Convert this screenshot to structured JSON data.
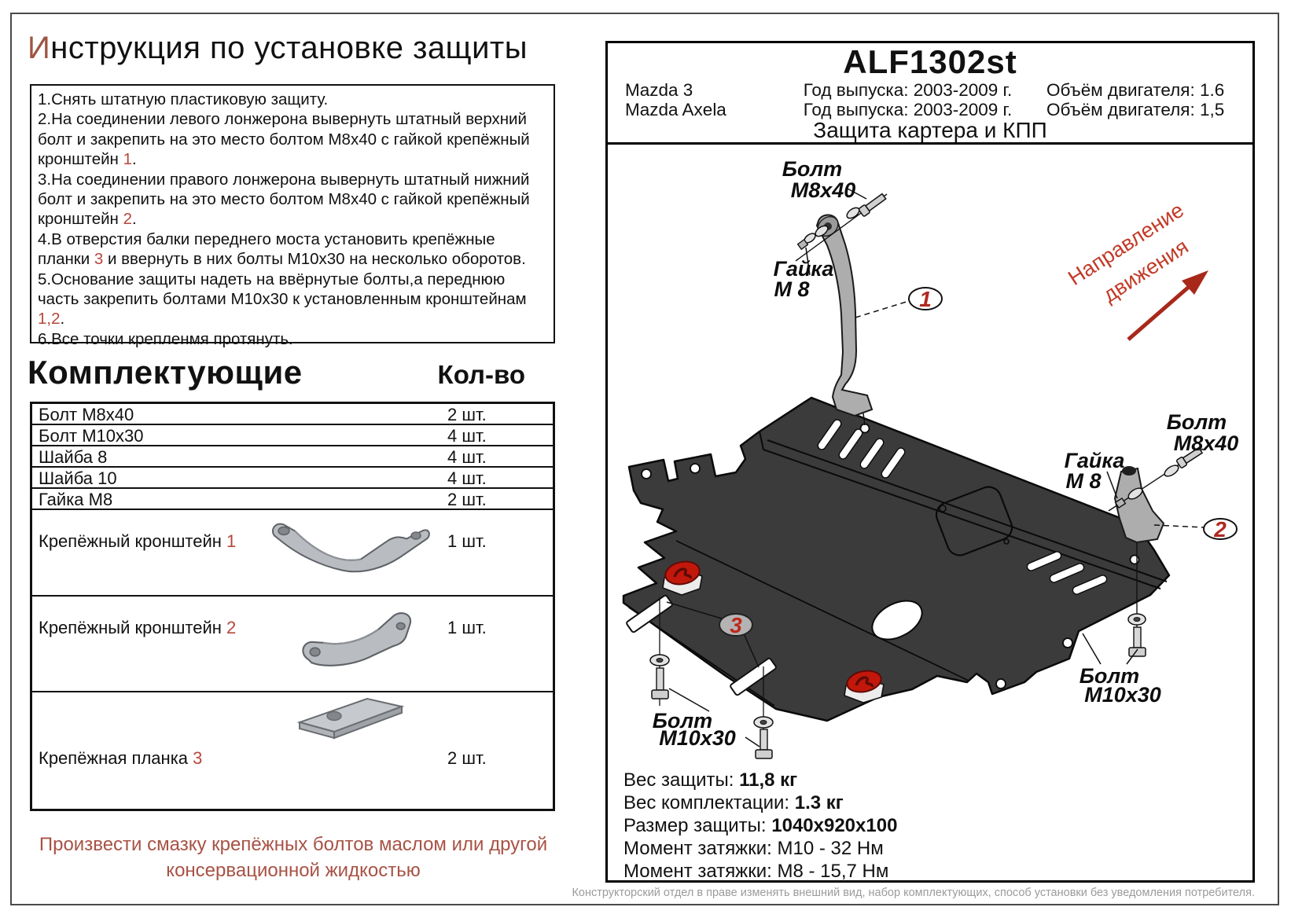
{
  "left": {
    "title": {
      "first_letter": "И",
      "rest": "нструкция по установке защиты"
    },
    "instructions": {
      "lines": [
        "1.Снять штатную пластиковую защиту.",
        "2.На соединении левого лонжерона вывернуть штатный верхний",
        "болт и закрепить на это место болтом М8х40 с гайкой крепёжный",
        "кронштейн |1|.",
        "3.На соединении правого лонжерона вывернуть штатный нижний",
        "болт и закрепить на это место болтом М8х40 с гайкой крепёжный",
        "кронштейн |2|.",
        "4.В отверстия балки переднего моста установить крепёжные",
        "планки |3| и ввернуть в них болты М10х30 на несколько оборотов.",
        "5.Основание защиты надеть на ввёрнутые болты,а переднюю",
        "часть закрепить болтами М10х30 к установленным кронштейнам",
        "|1,2|.",
        "6.Все точки крепленмя протянуть."
      ]
    },
    "components": {
      "heading": "Комплектующие",
      "qty_heading": "Кол-во",
      "rows": [
        {
          "label": "Болт М8х40",
          "qty": "2 шт.",
          "image": ""
        },
        {
          "label": "Болт М10х30",
          "qty": "4 шт.",
          "image": ""
        },
        {
          "label": "Шайба 8",
          "qty": "4 шт.",
          "image": ""
        },
        {
          "label": "Шайба 10",
          "qty": "4 шт.",
          "image": ""
        },
        {
          "label": "Гайка М8",
          "qty": "2 шт.",
          "image": ""
        },
        {
          "label": "Крепёжный кронштейн |1|",
          "qty": "1 шт.",
          "image": "bracket-1",
          "height": 110
        },
        {
          "label": "Крепёжный кронштейн |2|",
          "qty": "1 шт.",
          "image": "bracket-2",
          "height": 122
        },
        {
          "label": "Крепёжная планка |3|",
          "qty": "2 шт.",
          "image": "plate-bar",
          "height": 0
        }
      ]
    },
    "note_line1": "Произвести смазку крепёжных болтов маслом или другой",
    "note_line2": "консервационной жидкостью"
  },
  "panel": {
    "code": "ALF1302st",
    "vehicles": [
      {
        "model": "Mazda 3",
        "year": "Год выпуска: 2003-2009 г.",
        "engine": "Объём двигателя: 1.6"
      },
      {
        "model": "Mazda Axela",
        "year": "Год выпуска: 2003-2009 г.",
        "engine": "Объём двигателя: 1,5"
      }
    ],
    "subtitle": "Защита картера и КПП",
    "specs": [
      {
        "label": "Вес защиты: ",
        "value": "11,8 кг",
        "bold": true
      },
      {
        "label": "Вес комплектации: ",
        "value": "1.3 кг",
        "bold": true
      },
      {
        "label": "Размер защиты: ",
        "value": "1040x920x100",
        "bold": true
      },
      {
        "label": "Момент затяжки:  ",
        "value": "М10 - 32 Нм",
        "bold": false
      },
      {
        "label": "Момент затяжки:  ",
        "value": "М8 - 15,7 Нм",
        "bold": false
      }
    ],
    "footer": "Конструкторский отдел в праве изменять внешний вид, набор комплектующих, способ установки без уведомления потребителя."
  },
  "diagram": {
    "labels": {
      "bolt_top_l1": "Болт",
      "bolt_top_l2": "М8х40",
      "nut_left_l1": "Гайка",
      "nut_left_l2": "М 8",
      "nut_right_l1": "Гайка",
      "nut_right_l2": "М 8",
      "bolt_right_l1": "Болт",
      "bolt_right_l2": "М8х40",
      "bolt_bl_l1": "Болт",
      "bolt_bl_l2": "М10х30",
      "bolt_br_l1": "Болт",
      "bolt_br_l2": "М10х30"
    },
    "callouts": {
      "c1": "1",
      "c2": "2",
      "c3": "3"
    },
    "direction": {
      "line1": "Направление",
      "line2": "движения"
    }
  },
  "colors": {
    "accent_red": "#b5473c",
    "note_red": "#a85245",
    "direction_red": "#c23b28",
    "arrow_red": "#a8281a",
    "clamp_red": "#c2180b",
    "plate_gray": "#3b3b3c",
    "bracket_gray": "#adadad"
  }
}
